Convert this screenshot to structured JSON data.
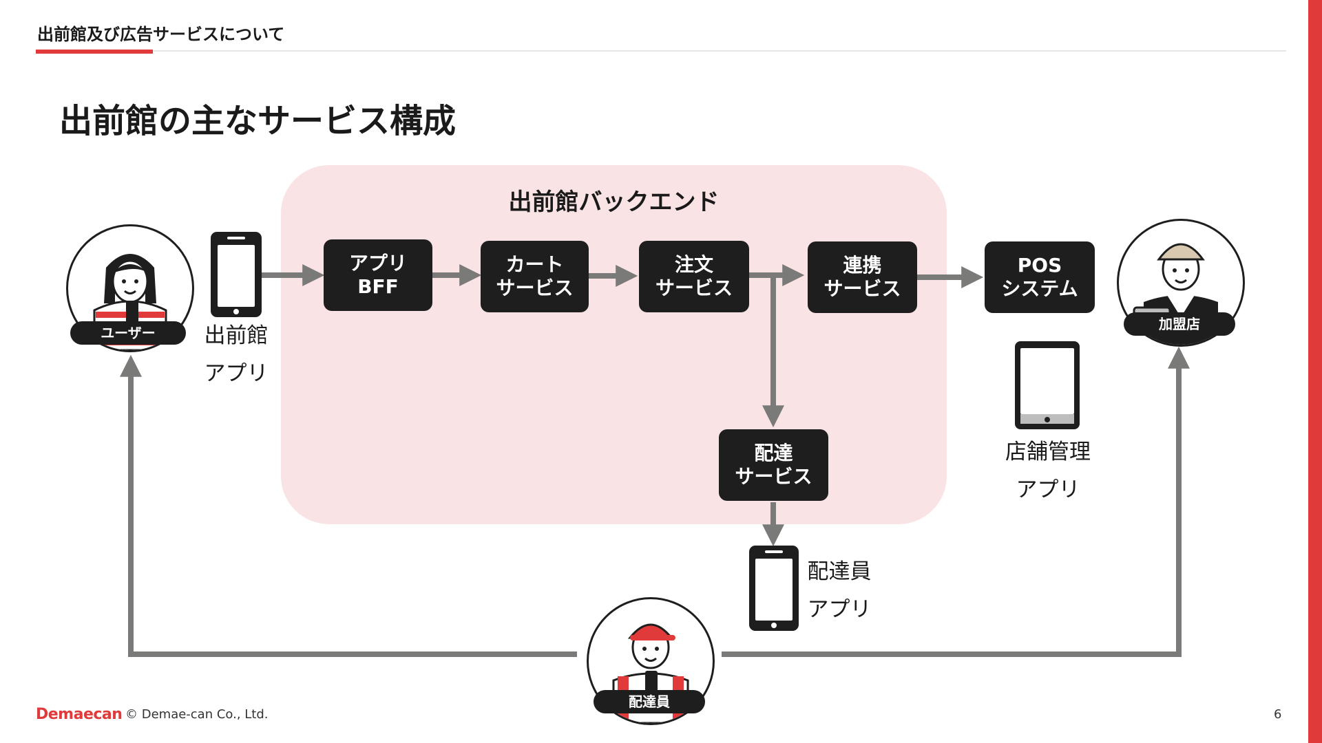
{
  "header": {
    "section_title": "出前館及び広告サービスについて"
  },
  "page": {
    "title": "出前館の主なサービス構成",
    "number": "6"
  },
  "backend": {
    "label": "出前館バックエンド"
  },
  "services": {
    "app_bff": {
      "line1": "アプリ",
      "line2": "BFF"
    },
    "cart": {
      "line1": "カート",
      "line2": "サービス"
    },
    "order": {
      "line1": "注文",
      "line2": "サービス"
    },
    "integration": {
      "line1": "連携",
      "line2": "サービス"
    },
    "pos": {
      "line1": "POS",
      "line2": "システム"
    },
    "delivery": {
      "line1": "配達",
      "line2": "サービス"
    }
  },
  "apps": {
    "demaecan_app": {
      "line1": "出前館",
      "line2": "アプリ"
    },
    "store_app": {
      "line1": "店舗管理",
      "line2": "アプリ"
    },
    "courier_app": {
      "line1": "配達員",
      "line2": "アプリ"
    }
  },
  "actors": {
    "user": "ユーザー",
    "store": "加盟店",
    "courier": "配達員"
  },
  "footer": {
    "logo": "Demaecan",
    "copyright": "© Demae-can Co., Ltd."
  },
  "colors": {
    "accent": "#e03a3a",
    "panel": "#fae3e4",
    "node": "#1e1e1e",
    "arrow": "#7a7a79"
  },
  "icons": {
    "phone": "smartphone-icon",
    "tablet": "tablet-icon",
    "user": "user-avatar-icon",
    "store": "store-staff-avatar-icon",
    "courier": "courier-avatar-icon"
  }
}
